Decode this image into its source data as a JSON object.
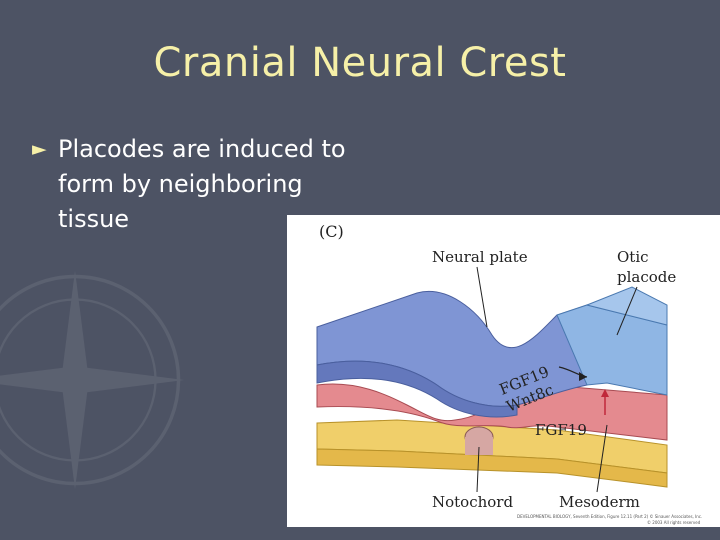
{
  "slide": {
    "title": "Cranial Neural Crest",
    "bullets": [
      {
        "marker": "►",
        "text": "Placodes are induced to form by neighboring tissue"
      }
    ]
  },
  "figure": {
    "panel_label": "(C)",
    "labels": {
      "neural_plate": "Neural plate",
      "otic_line1": "Otic",
      "otic_line2": "placode",
      "fgf19_top": "FGF19",
      "wnt8c": "Wnt8c",
      "fgf19_bottom": "FGF19",
      "notochord": "Notochord",
      "mesoderm": "Mesoderm"
    },
    "credit_line1": "DEVELOPMENTAL BIOLOGY, Seventh Edition, Figure 12.11 (Part 2) © Sinauer Associates, Inc.",
    "credit_line2": "© 2003 All rights reserved"
  },
  "colors": {
    "background": "#4d5364",
    "title": "#f6f0a8",
    "ectoderm": "#7f95d4",
    "otic": "#8fb6e4",
    "mesoderm": "#e48a8f",
    "endoderm": "#f0cf6a"
  }
}
